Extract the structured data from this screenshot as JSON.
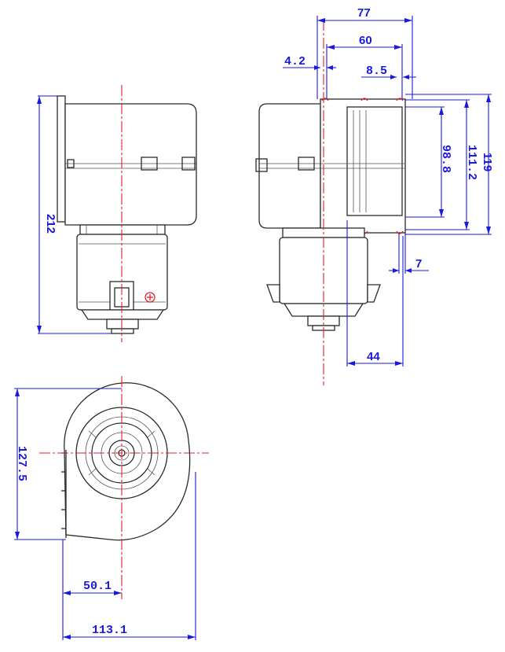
{
  "colors": {
    "dimension": "#1a1adb",
    "centerline": "#e0202a",
    "outline": "#2b2b2b",
    "accent": "#c020c0"
  },
  "dimensions": {
    "front_height": "212",
    "side_overall_depth": "77",
    "side_outlet_width": "60",
    "side_offset_left": "4.2",
    "side_offset_right": "8.5",
    "outlet_inner_height": "98.8",
    "outlet_flange_height": "111.2",
    "overall_side_height": "119",
    "flange_thickness": "7",
    "motor_offset": "44",
    "bottom_height": "127.5",
    "bottom_center_offset": "50.1",
    "bottom_width": "113.1"
  }
}
